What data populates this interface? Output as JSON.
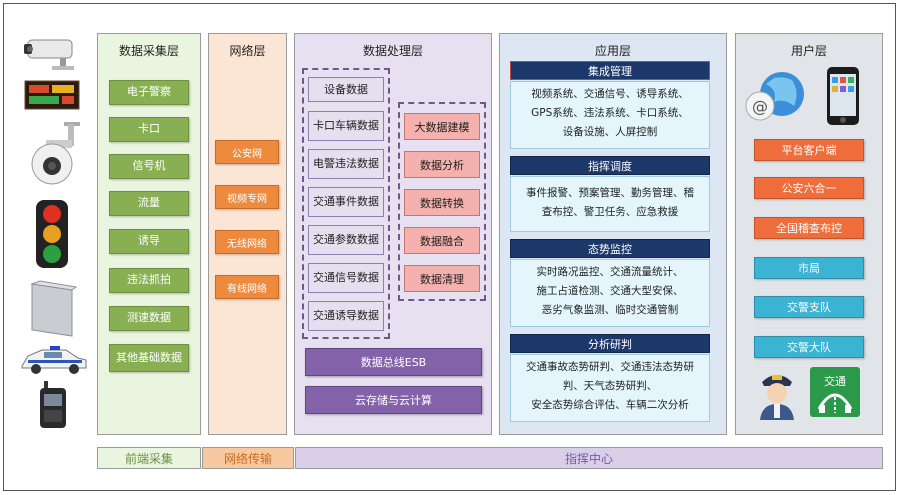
{
  "columns": {
    "acquisition": {
      "title": "数据采集层",
      "items": [
        "电子警察",
        "卡口",
        "信号机",
        "流量",
        "诱导",
        "违法抓拍",
        "测速数据",
        "其他基础数据"
      ]
    },
    "network": {
      "title": "网络层",
      "items": [
        "公安网",
        "视频专网",
        "无线网络",
        "有线网络"
      ]
    },
    "processing": {
      "title": "数据处理层",
      "data_items": [
        "设备数据",
        "卡口车辆数据",
        "电警违法数据",
        "交通事件数据",
        "交通参数数据",
        "交通信号数据",
        "交通诱导数据"
      ],
      "bigdata_items": [
        "大数据建模",
        "数据分析",
        "数据转换",
        "数据融合",
        "数据清理"
      ],
      "bus_label": "数据总线ESB",
      "cloud_label": "云存储与云计算"
    },
    "application": {
      "title": "应用层",
      "sections": [
        {
          "title": "集成管理",
          "lines": [
            "视频系统、交通信号、诱导系统、",
            "GPS系统、违法系统、卡口系统、",
            "设备设施、人屏控制"
          ]
        },
        {
          "title": "指挥调度",
          "lines": [
            "事件报警、预案管理、勤务管理、稽",
            "查布控、警卫任务、应急救援"
          ]
        },
        {
          "title": "态势监控",
          "lines": [
            "实时路况监控、交通流量统计、",
            "施工占道检测、交通大型安保、",
            "恶劣气象监测、临时交通管制"
          ]
        },
        {
          "title": "分析研判",
          "lines": [
            "交通事故态势研判、交通违法态势研",
            "判、天气态势研判、",
            "安全态势综合评估、车辆二次分析"
          ]
        }
      ]
    },
    "user": {
      "title": "用户层",
      "items": [
        "平台客户端",
        "公安六合一",
        "全国稽查布控",
        "市局",
        "交警支队",
        "交警大队"
      ],
      "traffic_logo_text": "交通"
    }
  },
  "bottom_bar": {
    "front": "前端采集",
    "network": "网络传输",
    "center": "指挥中心"
  },
  "colors": {
    "acq_bg": "#eaf5e0",
    "acq_btn": "#88b053",
    "net_bg": "#fbe5d4",
    "net_btn": "#ee8a3e",
    "proc_bg": "#e6e0f0",
    "proc_bar": "#8462aa",
    "app_bg": "#dde7f3",
    "app_head": "#1c386a",
    "user_bg": "#e1e4e8",
    "user_red": "#ee6d3a",
    "user_cyan": "#3bb3d2"
  },
  "icons": [
    "camera-icon",
    "led-sign-icon",
    "dome-camera-icon",
    "traffic-light-icon",
    "radar-icon",
    "police-car-icon",
    "radio-icon",
    "globe-email-icon",
    "smartphone-icon",
    "police-officer-icon",
    "traffic-logo-icon"
  ]
}
